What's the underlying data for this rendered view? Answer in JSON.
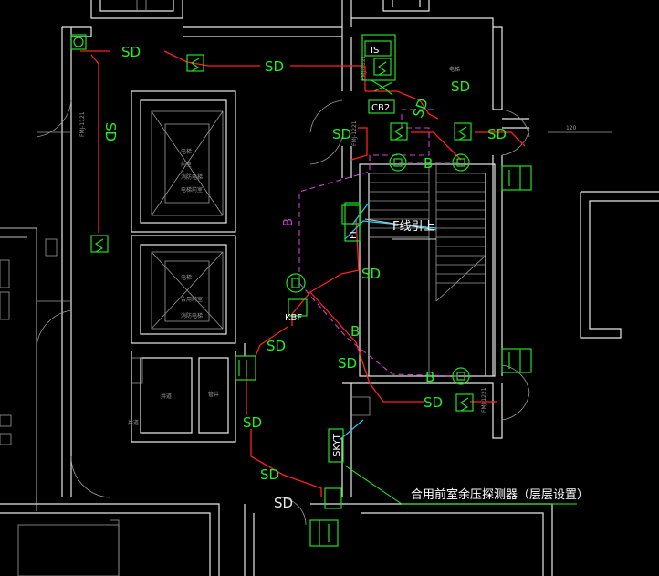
{
  "labels": {
    "sd": "SD",
    "b": "B",
    "is": "IS",
    "cb2": "CB2",
    "fi": "FI",
    "kbf": "KBF",
    "skyt": "SKYT",
    "f_riser": "F线引上",
    "pressure_note": "合用前室余压探测器（层层设置）",
    "dim_120": "120",
    "fmj_left": "FMJ-1121",
    "fmj_mid": "FMJ-1221",
    "fmj_right": "FMJ-1221",
    "fmj_top": "FMJ-1121"
  },
  "colors": {
    "wall": "#e8e8e8",
    "cable": "#ff2020",
    "bus": "#d040d0",
    "device": "#20e020",
    "leader": "#20d0ff"
  }
}
